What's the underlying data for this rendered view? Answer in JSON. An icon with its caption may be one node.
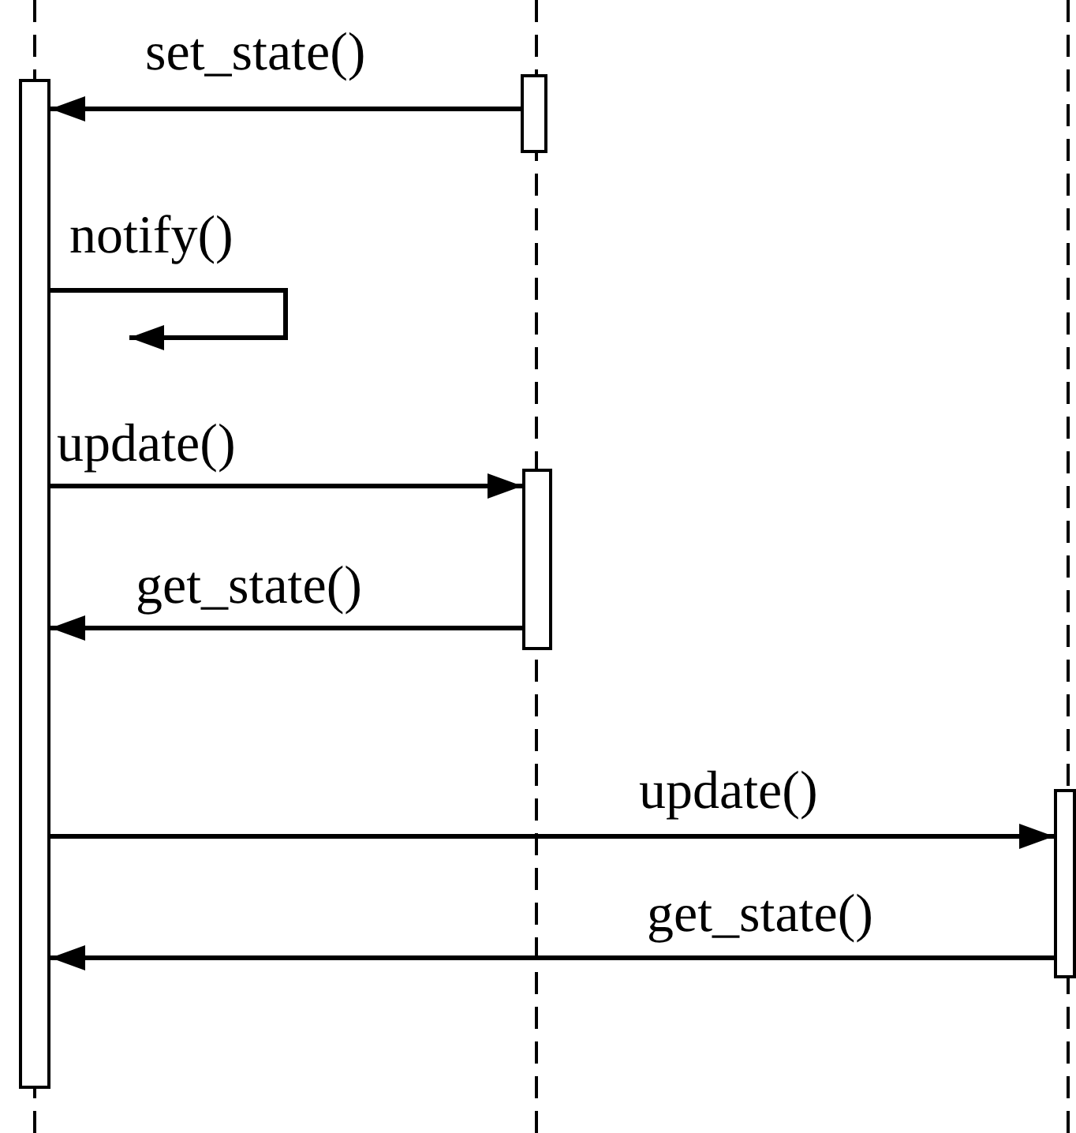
{
  "diagram": {
    "nodes": [
      {
        "text": [],
        "shape": "bar"
      },
      {
        "text": [],
        "shape": "bar"
      },
      {
        "text": [],
        "shape": "bar"
      },
      {
        "text": [],
        "shape": "bar"
      }
    ],
    "edges": [
      {
        "from": 1,
        "to": 0,
        "arrow": "to",
        "label": "set_state()"
      },
      {
        "from": 0,
        "to": null,
        "arrow": "to",
        "label": "notify()"
      },
      {
        "from": 0,
        "to": 2,
        "arrow": "to",
        "label": "update()"
      },
      {
        "from": 2,
        "to": 0,
        "arrow": "to",
        "label": "get_state()"
      },
      {
        "from": 0,
        "to": 3,
        "arrow": "to",
        "label": "update()"
      },
      {
        "from": 3,
        "to": 0,
        "arrow": "to",
        "label": "get_state()"
      }
    ]
  }
}
